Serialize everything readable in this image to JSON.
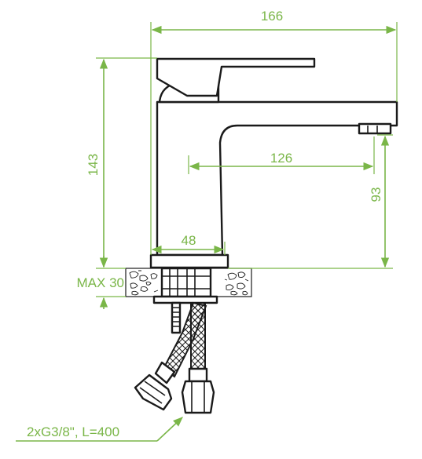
{
  "dimensions": {
    "overall_width": "166",
    "overall_height": "143",
    "spout_reach": "126",
    "spout_height": "93",
    "body_diameter": "48",
    "max_counter_thickness": "MAX 30",
    "hoses": "2xG3/8\", L=400"
  },
  "colors": {
    "dimension": "#7ab648",
    "outline": "#1a1a1a",
    "background": "#ffffff"
  }
}
